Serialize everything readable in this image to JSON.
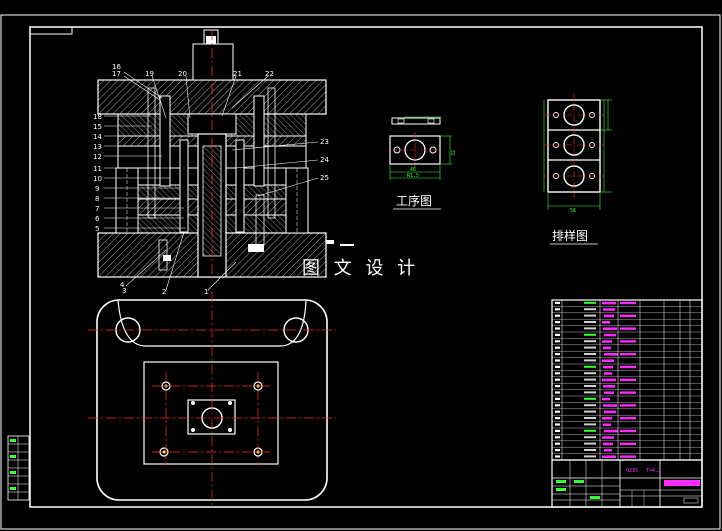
{
  "drawing": {
    "watermark": "图 文 设 计",
    "process_label": "工序图",
    "layout_label": "排样图",
    "part_labels": [
      "1",
      "2",
      "3",
      "4",
      "5",
      "6",
      "7",
      "8",
      "9",
      "10",
      "11",
      "12",
      "13",
      "14",
      "15",
      "16",
      "17",
      "18",
      "19",
      "20",
      "21",
      "22",
      "23",
      "24",
      "25"
    ],
    "title_block": {
      "code": "Q235",
      "thickness": "T=4.2"
    },
    "colors": {
      "background": "#000000",
      "frame": "#ffffff",
      "centerline": "#ff2a2a",
      "dimension": "#35ff35",
      "bom_highlight": "#ff2aff",
      "cutting": "#ffff40"
    }
  }
}
